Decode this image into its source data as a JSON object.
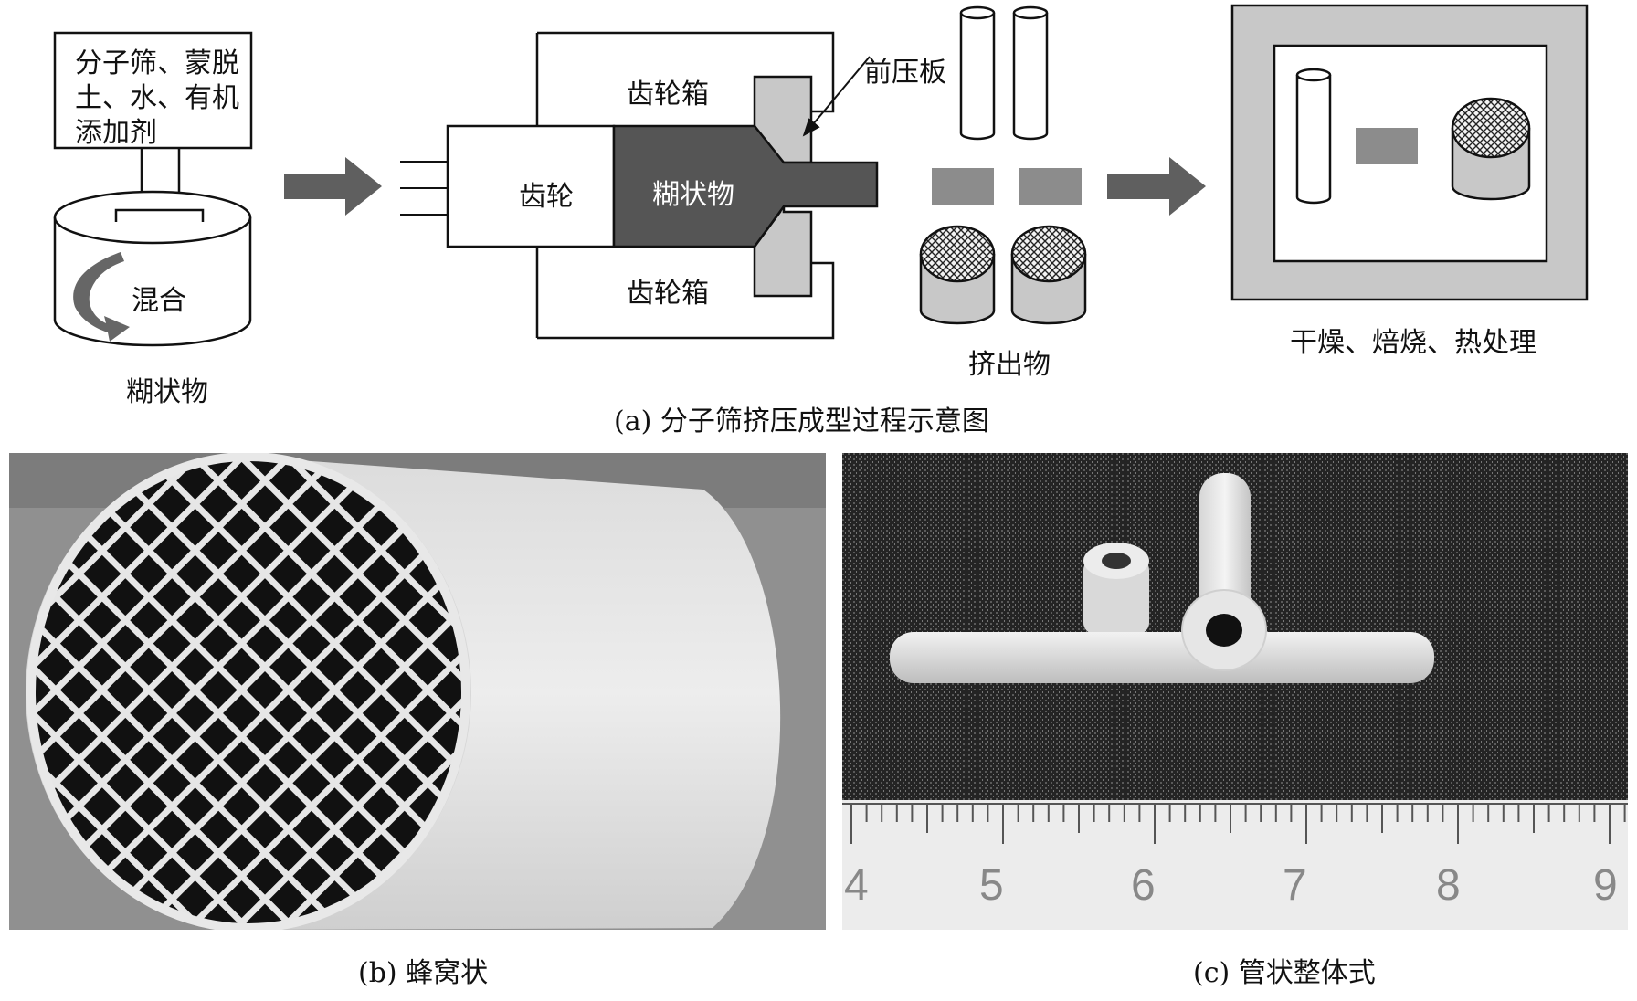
{
  "diagram": {
    "materials_box": [
      "分子筛、蒙脱",
      "土、水、有机",
      "添加剂"
    ],
    "mixing_label": "混合",
    "paste_caption": "糊状物",
    "gearbox_top": "齿轮箱",
    "gearbox_bottom": "齿轮箱",
    "gear_label": "齿轮",
    "paste_in_extruder": "糊状物",
    "front_plate": "前压板",
    "extrudate_caption": "挤出物",
    "treatment_caption": "干燥、焙烧、热处理",
    "caption_a": "(a) 分子筛挤压成型过程示意图"
  },
  "photo_b": {
    "caption": "(b) 蜂窝状"
  },
  "photo_c": {
    "caption": "(c) 管状整体式",
    "ruler_numbers": [
      "4",
      "5",
      "6",
      "7",
      "8",
      "9"
    ]
  },
  "colors": {
    "dark_fill": "#555555",
    "mid_gray": "#8c8c8c",
    "light_gray": "#c8c8c8",
    "outline": "#111111"
  }
}
